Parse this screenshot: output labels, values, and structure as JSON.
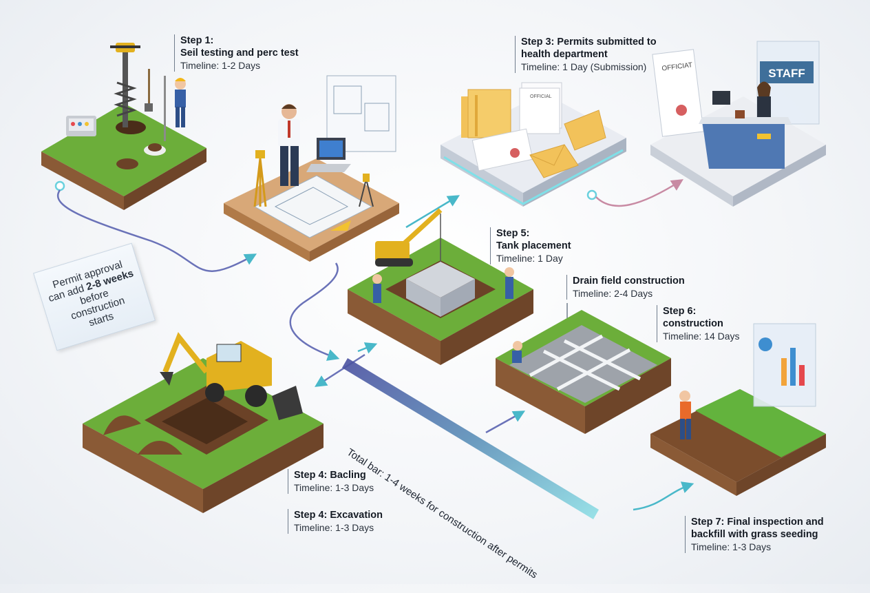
{
  "steps": [
    {
      "title_1": "Step 1:",
      "title_2": "Seil testing and perc test",
      "timeline": "Timeline: 1-2 Days"
    },
    {
      "title_1": "Step 3: Permits submitted to",
      "title_2": "health department",
      "timeline": "Timeline: 1 Day (Submission)"
    },
    {
      "title_1": "Step 5:",
      "title_2": "Tank placement",
      "timeline": "Timeline: 1 Day"
    },
    {
      "title_1": "Drain field construction",
      "timeline": "Timeline: 2-4 Days"
    },
    {
      "title_1": "Step 6:",
      "title_2": "construction",
      "timeline": "Timeline: 14 Days"
    },
    {
      "title_1": "Step 4: Bacling",
      "timeline": "Timeline: 1-3 Days"
    },
    {
      "title_1": "Step 4: Excavation",
      "timeline": "Timeline: 1-3 Days"
    },
    {
      "title_1": "Step 7: Final inspection and",
      "title_2": "backfill with grass seeding",
      "timeline": "Timeline: 1-3 Days"
    }
  ],
  "note": {
    "line1": "Permit approval",
    "line2": "can add",
    "emph": "2-8 weeks",
    "line3": "before",
    "line4": "construction",
    "line5": "starts"
  },
  "total_bar": "Total bar: 1-4 weeks for construction after permits",
  "signs": {
    "staff": "STAFF",
    "official": "OFFICIAT",
    "stack_official": "OFFICIAL"
  },
  "colors": {
    "grass": "#6cae3a",
    "soil": "#8a5a36",
    "accent_arrow": "#49b8c9",
    "staff_sign": "#3f6f9a"
  }
}
